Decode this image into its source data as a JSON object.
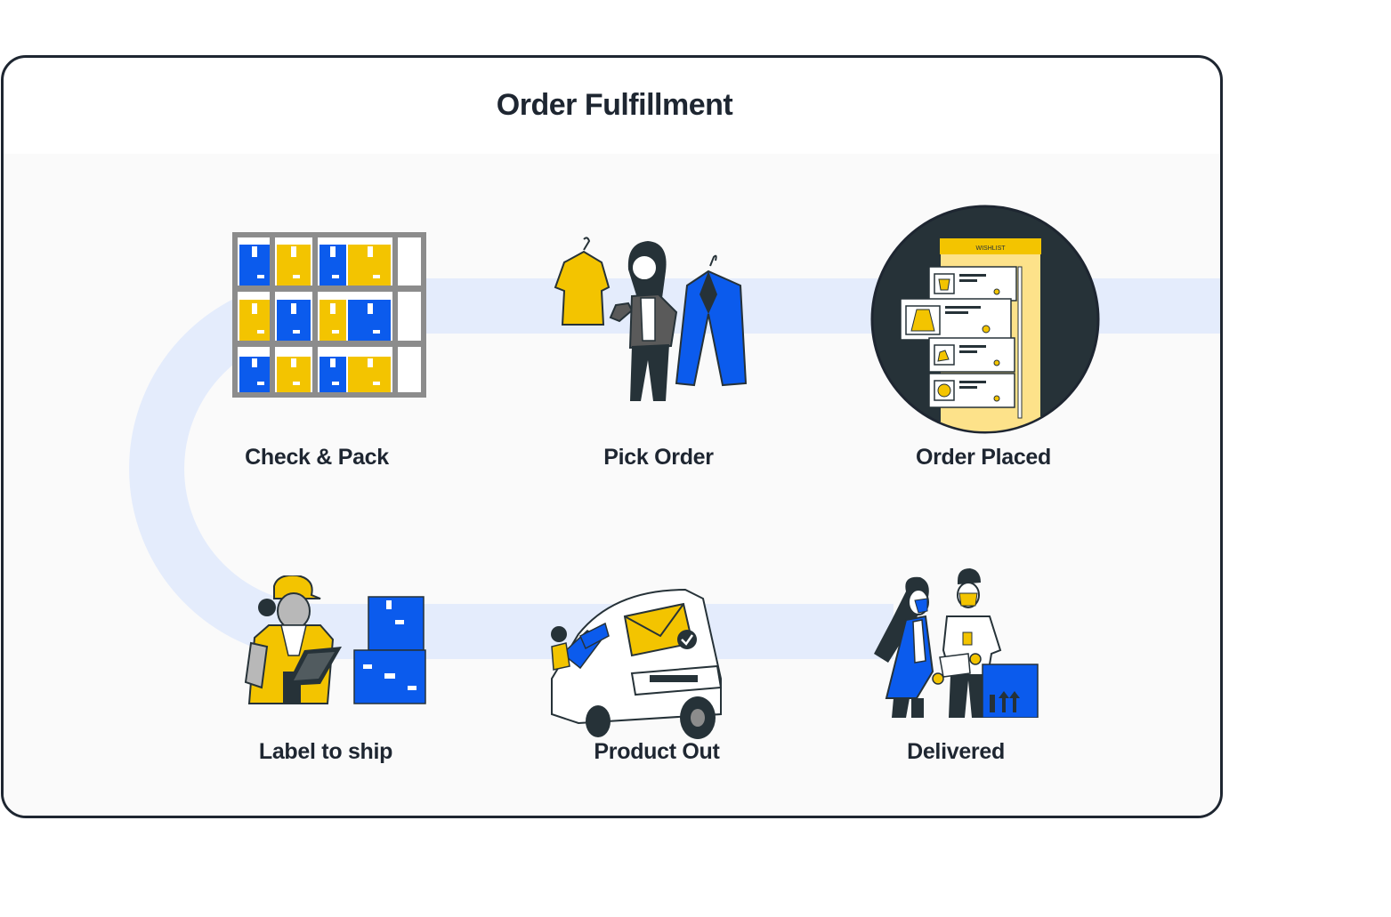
{
  "diagram": {
    "title": "Order Fulfillment",
    "steps": [
      {
        "id": "check-pack",
        "label": "Check & Pack"
      },
      {
        "id": "pick-order",
        "label": "Pick Order"
      },
      {
        "id": "order-placed",
        "label": "Order Placed"
      },
      {
        "id": "label-to-ship",
        "label": "Label to ship"
      },
      {
        "id": "product-out",
        "label": "Product Out"
      },
      {
        "id": "delivered",
        "label": "Delivered"
      }
    ],
    "wishlist_label": "WISHLIST",
    "colors": {
      "border": "#1e2631",
      "text": "#1e2631",
      "flow_band": "#e4ecfc",
      "panel": "#fafafa",
      "accent_blue": "#0b5bed",
      "accent_yellow": "#f3c400",
      "dark": "#263238"
    },
    "icons": [
      "warehouse-shelf-icon",
      "shopper-with-clothes-icon",
      "wishlist-phone-icon",
      "worker-clipboard-icon",
      "delivery-van-icon",
      "handover-delivery-icon"
    ]
  }
}
